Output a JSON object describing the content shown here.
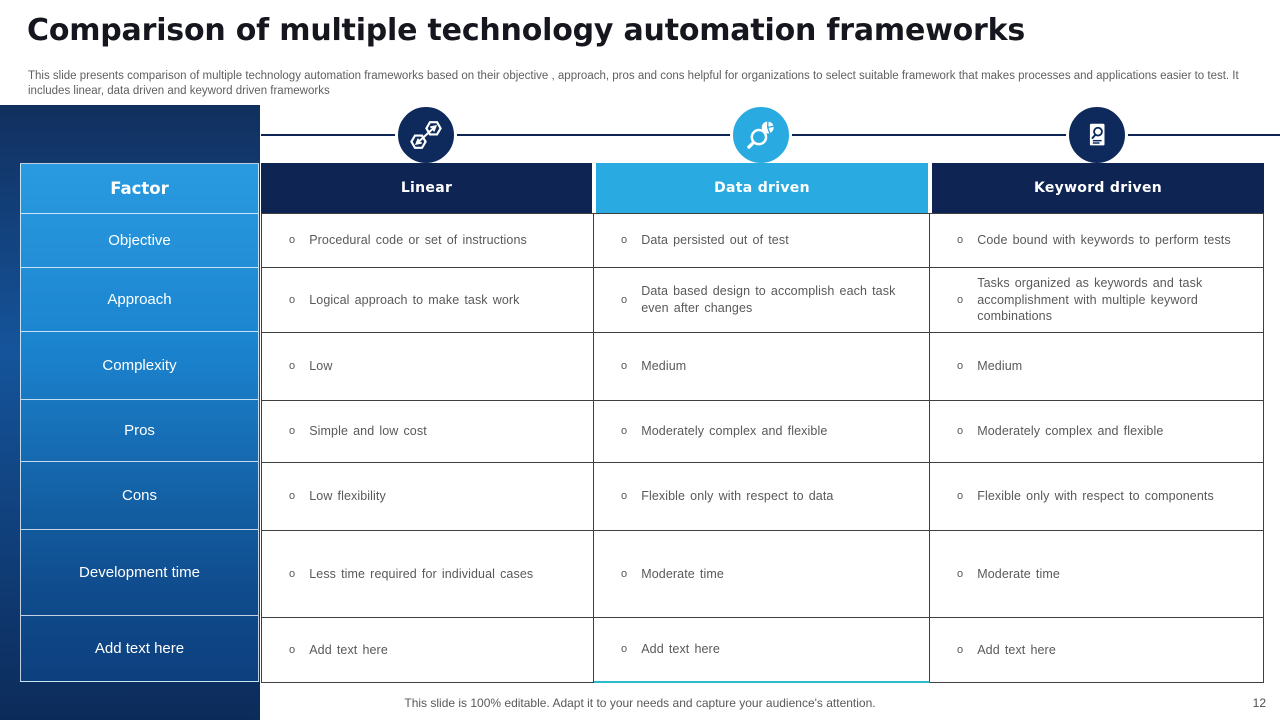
{
  "header": {
    "title": "Comparison of multiple technology automation frameworks",
    "subtitle": "This slide presents comparison of multiple technology automation frameworks based on their objective ,  approach, pros and cons helpful for organizations to select suitable framework that makes processes and applications easier to test. It includes linear, data driven and keyword driven frameworks"
  },
  "icons": [
    {
      "name": "hexagon-link-icon",
      "column": "Linear",
      "color": "#0e2a5c"
    },
    {
      "name": "search-pie-chart-icon",
      "column": "Data driven",
      "color": "#29abe2"
    },
    {
      "name": "document-search-icon",
      "column": "Keyword driven",
      "color": "#0e2a5c"
    }
  ],
  "table": {
    "factor_header": "Factor",
    "bullet": "o",
    "column_headers": [
      "Linear",
      "Data driven",
      "Keyword driven"
    ],
    "rows": [
      {
        "factor": "Objective",
        "cells": [
          "Procedural code or set of instructions",
          "Data persisted out of test",
          "Code bound with keywords to perform tests"
        ]
      },
      {
        "factor": "Approach",
        "cells": [
          "Logical approach to make task work",
          "Data based design to accomplish each task even after changes",
          "Tasks organized as keywords and task accomplishment with multiple keyword combinations"
        ]
      },
      {
        "factor": "Complexity",
        "cells": [
          "Low",
          "Medium",
          "Medium"
        ]
      },
      {
        "factor": "Pros",
        "cells": [
          "Simple and low cost",
          "Moderately complex and flexible",
          "Moderately complex and flexible"
        ]
      },
      {
        "factor": "Cons",
        "cells": [
          "Low flexibility",
          "Flexible only with respect to data",
          "Flexible only with respect to components"
        ]
      },
      {
        "factor": "Development time",
        "cells": [
          "Less time required for individual cases",
          "Moderate time",
          "Moderate time"
        ]
      },
      {
        "factor": "Add text here",
        "cells": [
          "Add text here",
          "Add text here",
          "Add text here"
        ]
      }
    ]
  },
  "footer": {
    "note": "This slide is 100% editable. Adapt it to your needs and capture your audience's attention.",
    "page_number": "12"
  },
  "colors": {
    "navy": "#0e2453",
    "icon_navy": "#0e2a5c",
    "light_blue": "#29abe2",
    "factor_gradient_top": "#2a9be0",
    "factor_gradient_bottom": "#0d3f7e",
    "teal_accent": "#2cb9c8",
    "body_text": "#595959",
    "grid_border": "#3f3f3f"
  }
}
